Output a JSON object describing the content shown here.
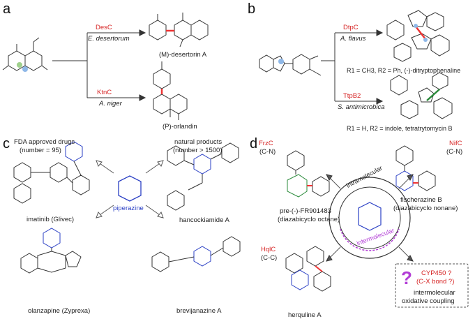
{
  "panels": {
    "a": {
      "label": "a",
      "enzyme_top": "DesC",
      "organism_top": "E. desertorum",
      "product_top": "(M)-desertorin A",
      "enzyme_bottom": "KtnC",
      "organism_bottom": "A. niger",
      "product_bottom": "(P)-orlandin"
    },
    "b": {
      "label": "b",
      "enzyme_top": "DtpC",
      "organism_top": "A. flavus",
      "product_top": "R1 = CH3, R2 = Ph, (-)-ditryptophenaline",
      "enzyme_bottom": "TtpB2",
      "organism_bottom": "S. antimicrobica",
      "product_bottom": "R1 = H, R2 = indole, tetratrytomycin B"
    },
    "c": {
      "label": "c",
      "fda_title": "FDA approved drugs",
      "fda_count": "(number = 95)",
      "np_title": "natural products",
      "np_count": "(number > 1500)",
      "center": "piperazine",
      "imatinib": "imatinib (Glivec)",
      "hancockiamide": "hancockiamide A",
      "olanzapine": "olanzapine (Zyprexa)",
      "brevijanazine": "brevijanazine A"
    },
    "d": {
      "label": "d",
      "frzc": "FrzC",
      "frzc_type": "(C-N)",
      "frzc_product": "pre-(-)-FR901483",
      "frzc_sub": "(diazabicyclo octane)",
      "nifc": "NifC",
      "nifc_type": "(C-N)",
      "nifc_product": "fischerazine B",
      "nifc_sub": "(diazabicyclo nonane)",
      "hqic": "HqlC",
      "hqic_type": "(C-C)",
      "hqic_product": "herquline A",
      "intramolecular": "intramolecular",
      "intermolecular": "intermolecular",
      "cyp_q": "CYP450 ?",
      "cyp_bond": "(C-X bond ?)",
      "cyp_desc1": "intermolecular",
      "cyp_desc2": "oxidative coupling",
      "qmark": "?"
    }
  }
}
